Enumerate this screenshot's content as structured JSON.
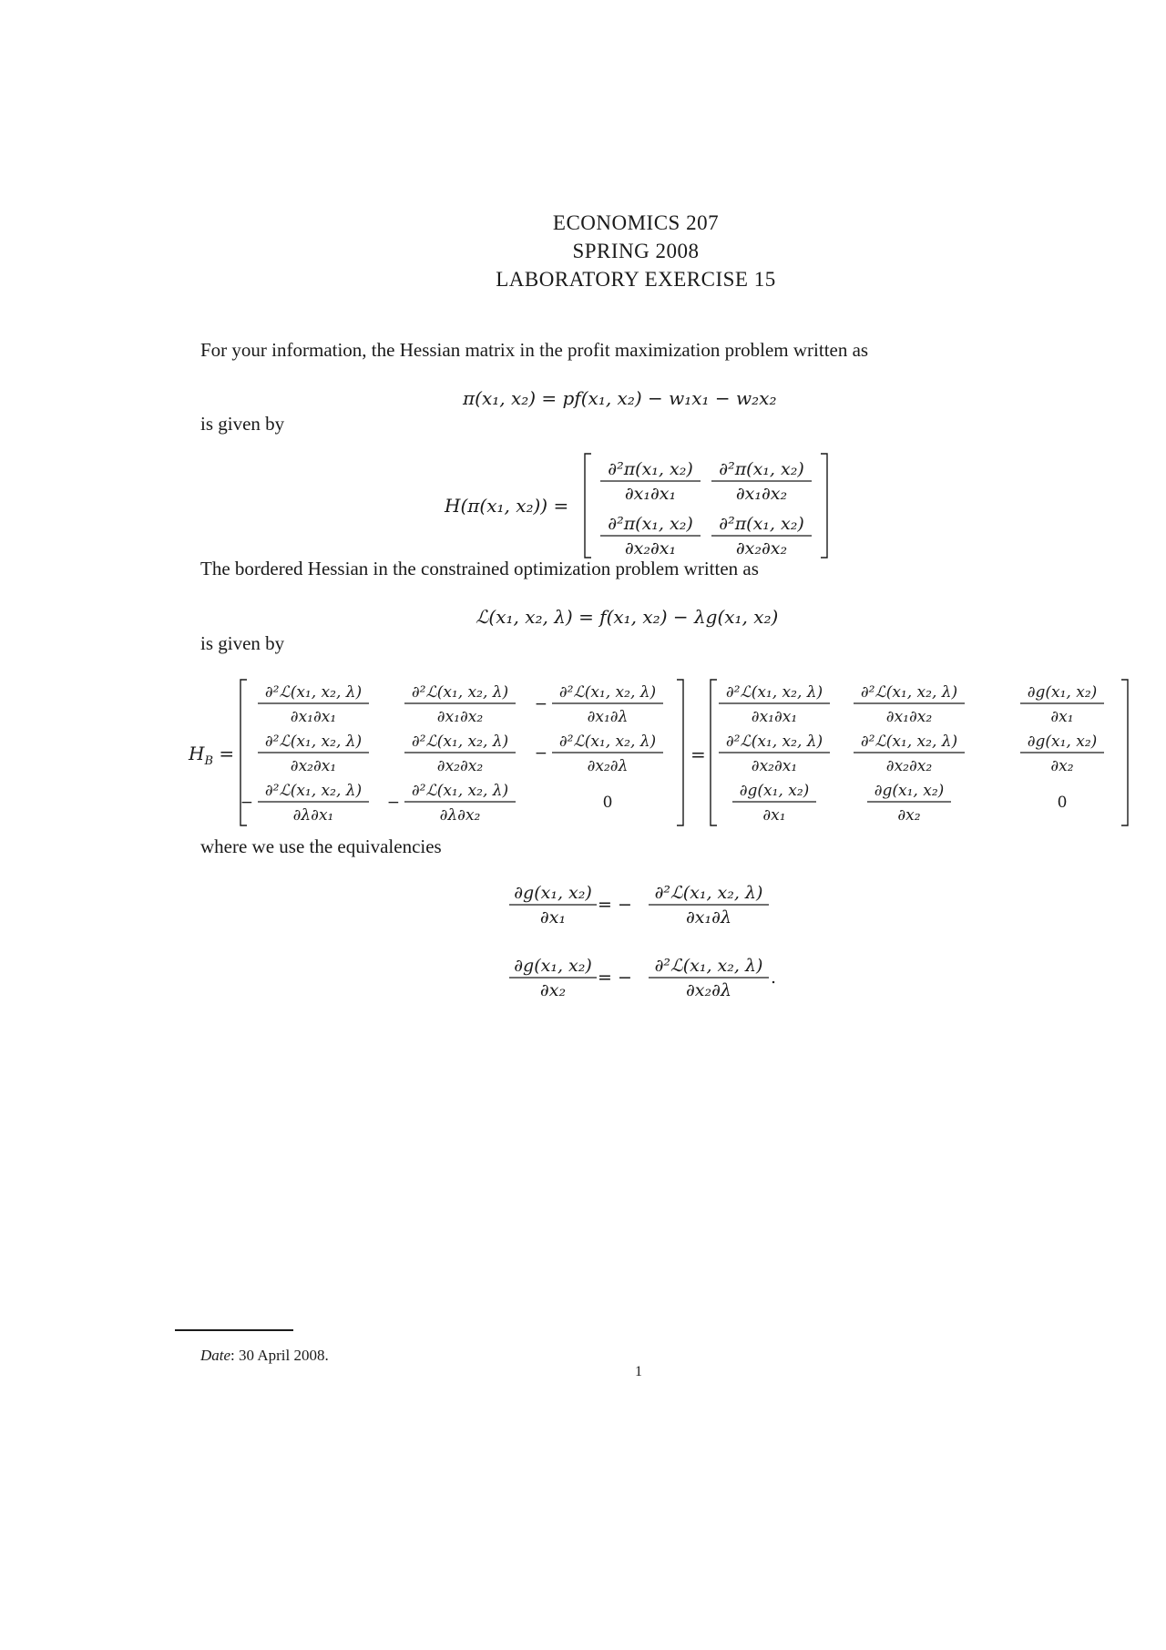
{
  "header": {
    "line1": "ECONOMICS 207",
    "line2": "SPRING 2008",
    "line3": "LABORATORY EXERCISE 15"
  },
  "body": {
    "para1": "For your information, the Hessian matrix in the profit maximization problem written as",
    "eq_profit": "π(x₁, x₂)  =  pf(x₁, x₂)  − w₁x₁ − w₂x₂",
    "given_by_1": "is given by",
    "hessian_lhs": "H(π(x₁, x₂)) =",
    "hessian_entries": [
      {
        "num": "∂²π(x₁, x₂)",
        "den": "∂x₁∂x₁"
      },
      {
        "num": "∂²π(x₁, x₂)",
        "den": "∂x₁∂x₂"
      },
      {
        "num": "∂²π(x₁, x₂)",
        "den": "∂x₂∂x₁"
      },
      {
        "num": "∂²π(x₁, x₂)",
        "den": "∂x₂∂x₂"
      }
    ],
    "para2": "The bordered Hessian in the constrained optimization problem written as",
    "eq_lagrangian": "ℒ(x₁, x₂, λ)  =  f(x₁, x₂) − λg(x₁, x₂)",
    "given_by_2": "is given by",
    "hb_lhs": "H",
    "hb_sub": "B",
    "hb_eq": "=",
    "hb_mid_eq": "=",
    "hb_left": [
      {
        "sign": "",
        "num": "∂²ℒ(x₁, x₂, λ)",
        "den": "∂x₁∂x₁"
      },
      {
        "sign": "",
        "num": "∂²ℒ(x₁, x₂, λ)",
        "den": "∂x₁∂x₂"
      },
      {
        "sign": "−",
        "num": "∂²ℒ(x₁, x₂, λ)",
        "den": "∂x₁∂λ"
      },
      {
        "sign": "",
        "num": "∂²ℒ(x₁, x₂, λ)",
        "den": "∂x₂∂x₁"
      },
      {
        "sign": "",
        "num": "∂²ℒ(x₁, x₂, λ)",
        "den": "∂x₂∂x₂"
      },
      {
        "sign": "−",
        "num": "∂²ℒ(x₁, x₂, λ)",
        "den": "∂x₂∂λ"
      },
      {
        "sign": "−",
        "num": "∂²ℒ(x₁, x₂, λ)",
        "den": "∂λ∂x₁"
      },
      {
        "sign": "−",
        "num": "∂²ℒ(x₁, x₂, λ)",
        "den": "∂λ∂x₂"
      },
      {
        "sign": "",
        "num": "0",
        "den": ""
      }
    ],
    "hb_right": [
      {
        "num": "∂²ℒ(x₁, x₂, λ)",
        "den": "∂x₁∂x₁"
      },
      {
        "num": "∂²ℒ(x₁, x₂, λ)",
        "den": "∂x₁∂x₂"
      },
      {
        "num": "∂g(x₁, x₂)",
        "den": "∂x₁"
      },
      {
        "num": "∂²ℒ(x₁, x₂, λ)",
        "den": "∂x₂∂x₁"
      },
      {
        "num": "∂²ℒ(x₁, x₂, λ)",
        "den": "∂x₂∂x₂"
      },
      {
        "num": "∂g(x₁, x₂)",
        "den": "∂x₂"
      },
      {
        "num": "∂g(x₁, x₂)",
        "den": "∂x₁"
      },
      {
        "num": "∂g(x₁, x₂)",
        "den": "∂x₂"
      },
      {
        "num": "0",
        "den": ""
      }
    ],
    "para3": "where we use the equivalencies",
    "equivalencies": [
      {
        "lnum": "∂g(x₁, x₂)",
        "lden": "∂x₁",
        "rel": "= −",
        "rnum": "∂²ℒ(x₁, x₂, λ)",
        "rden": "∂x₁∂λ",
        "end": ""
      },
      {
        "lnum": "∂g(x₁, x₂)",
        "lden": "∂x₂",
        "rel": "= −",
        "rnum": "∂²ℒ(x₁, x₂, λ)",
        "rden": "∂x₂∂λ",
        "end": "."
      }
    ]
  },
  "footer": {
    "date_label": "Date",
    "date_value": ": 30 April 2008.",
    "page_number": "1"
  }
}
